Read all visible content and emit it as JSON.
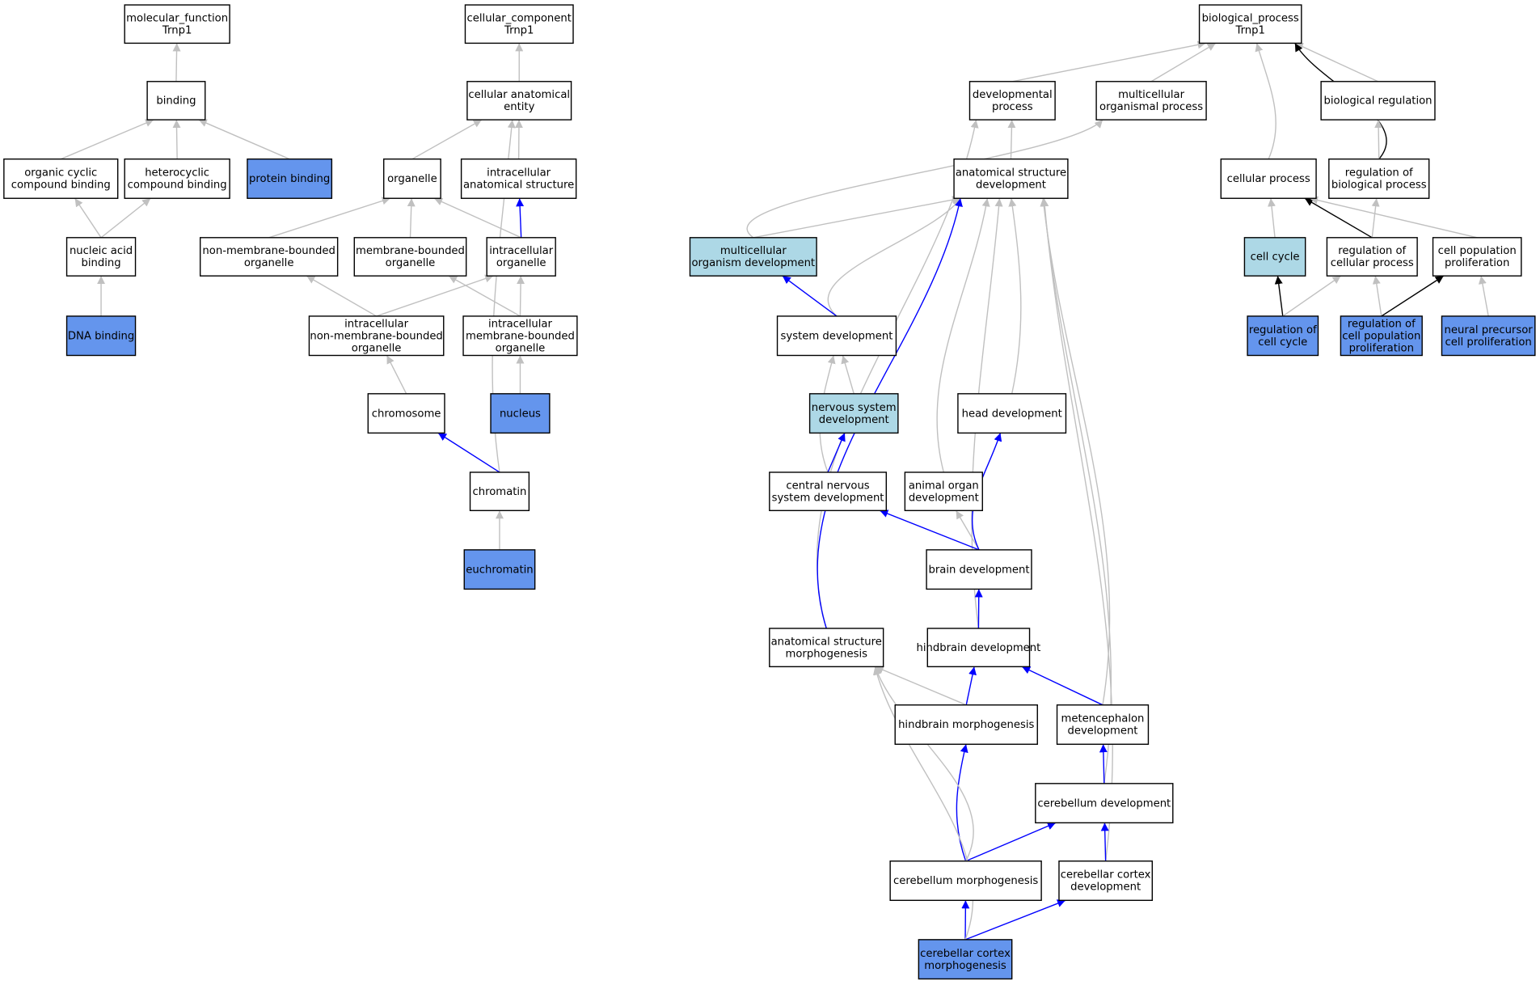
{
  "colors": {
    "edge_gray": "#c0c0c0",
    "edge_blue": "#0000ff",
    "edge_black": "#000000",
    "node_white": "#ffffff",
    "node_lightblue": "#add8e6",
    "node_blue": "#6495ed"
  },
  "nodes": [
    {
      "id": "mf_root",
      "lines": [
        "molecular_function",
        "Trnp1"
      ],
      "fill": "white"
    },
    {
      "id": "binding",
      "lines": [
        "binding"
      ],
      "fill": "white"
    },
    {
      "id": "organic_cyclic",
      "lines": [
        "organic cyclic",
        "compound binding"
      ],
      "fill": "white"
    },
    {
      "id": "heterocyclic",
      "lines": [
        "heterocyclic",
        "compound binding"
      ],
      "fill": "white"
    },
    {
      "id": "protein_binding",
      "lines": [
        "protein binding"
      ],
      "fill": "blue"
    },
    {
      "id": "nucleic_acid",
      "lines": [
        "nucleic acid",
        "binding"
      ],
      "fill": "white"
    },
    {
      "id": "dna_binding",
      "lines": [
        "DNA binding"
      ],
      "fill": "blue"
    },
    {
      "id": "cc_root",
      "lines": [
        "cellular_component",
        "Trnp1"
      ],
      "fill": "white"
    },
    {
      "id": "cae",
      "lines": [
        "cellular anatomical",
        "entity"
      ],
      "fill": "white"
    },
    {
      "id": "organelle",
      "lines": [
        "organelle"
      ],
      "fill": "white"
    },
    {
      "id": "ias",
      "lines": [
        "intracellular",
        "anatomical structure"
      ],
      "fill": "white"
    },
    {
      "id": "nmbo",
      "lines": [
        "non-membrane-bounded",
        "organelle"
      ],
      "fill": "white"
    },
    {
      "id": "mbo",
      "lines": [
        "membrane-bounded",
        "organelle"
      ],
      "fill": "white"
    },
    {
      "id": "io",
      "lines": [
        "intracellular",
        "organelle"
      ],
      "fill": "white"
    },
    {
      "id": "inmbo",
      "lines": [
        "intracellular",
        "non-membrane-bounded",
        "organelle"
      ],
      "fill": "white"
    },
    {
      "id": "imbo",
      "lines": [
        "intracellular",
        "membrane-bounded",
        "organelle"
      ],
      "fill": "white"
    },
    {
      "id": "chromosome",
      "lines": [
        "chromosome"
      ],
      "fill": "white"
    },
    {
      "id": "nucleus",
      "lines": [
        "nucleus"
      ],
      "fill": "blue"
    },
    {
      "id": "chromatin",
      "lines": [
        "chromatin"
      ],
      "fill": "white"
    },
    {
      "id": "euchromatin",
      "lines": [
        "euchromatin"
      ],
      "fill": "blue"
    },
    {
      "id": "bp_root",
      "lines": [
        "biological_process",
        "Trnp1"
      ],
      "fill": "white"
    },
    {
      "id": "dev_process",
      "lines": [
        "developmental",
        "process"
      ],
      "fill": "white"
    },
    {
      "id": "multi_proc",
      "lines": [
        "multicellular",
        "organismal process"
      ],
      "fill": "white"
    },
    {
      "id": "bio_reg",
      "lines": [
        "biological regulation"
      ],
      "fill": "white"
    },
    {
      "id": "asd",
      "lines": [
        "anatomical structure",
        "development"
      ],
      "fill": "white"
    },
    {
      "id": "cell_proc",
      "lines": [
        "cellular process"
      ],
      "fill": "white"
    },
    {
      "id": "reg_bio",
      "lines": [
        "regulation of",
        "biological process"
      ],
      "fill": "white"
    },
    {
      "id": "mod",
      "lines": [
        "multicellular",
        "organism development"
      ],
      "fill": "lightblue"
    },
    {
      "id": "cell_cycle",
      "lines": [
        "cell cycle"
      ],
      "fill": "lightblue"
    },
    {
      "id": "reg_cell",
      "lines": [
        "regulation of",
        "cellular process"
      ],
      "fill": "white"
    },
    {
      "id": "cpp",
      "lines": [
        "cell population",
        "proliferation"
      ],
      "fill": "white"
    },
    {
      "id": "sys_dev",
      "lines": [
        "system development"
      ],
      "fill": "white"
    },
    {
      "id": "reg_cc",
      "lines": [
        "regulation of",
        "cell cycle"
      ],
      "fill": "blue"
    },
    {
      "id": "reg_cpp",
      "lines": [
        "regulation of",
        "cell population",
        "proliferation"
      ],
      "fill": "blue"
    },
    {
      "id": "npcp",
      "lines": [
        "neural precursor",
        "cell proliferation"
      ],
      "fill": "blue"
    },
    {
      "id": "nsd",
      "lines": [
        "nervous system",
        "development"
      ],
      "fill": "lightblue"
    },
    {
      "id": "head_dev",
      "lines": [
        "head development"
      ],
      "fill": "white"
    },
    {
      "id": "cnsd",
      "lines": [
        "central nervous",
        "system development"
      ],
      "fill": "white"
    },
    {
      "id": "aod",
      "lines": [
        "animal organ",
        "development"
      ],
      "fill": "white"
    },
    {
      "id": "brain_dev",
      "lines": [
        "brain development"
      ],
      "fill": "white"
    },
    {
      "id": "asm",
      "lines": [
        "anatomical structure",
        "morphogenesis"
      ],
      "fill": "white"
    },
    {
      "id": "hb_dev",
      "lines": [
        "hindbrain development"
      ],
      "fill": "white"
    },
    {
      "id": "hb_morph",
      "lines": [
        "hindbrain morphogenesis"
      ],
      "fill": "white"
    },
    {
      "id": "metenc",
      "lines": [
        "metencephalon",
        "development"
      ],
      "fill": "white"
    },
    {
      "id": "cb_dev",
      "lines": [
        "cerebellum development"
      ],
      "fill": "white"
    },
    {
      "id": "cb_morph",
      "lines": [
        "cerebellum morphogenesis"
      ],
      "fill": "white"
    },
    {
      "id": "cbc_dev",
      "lines": [
        "cerebellar cortex",
        "development"
      ],
      "fill": "white"
    },
    {
      "id": "cbc_morph",
      "lines": [
        "cerebellar cortex",
        "morphogenesis"
      ],
      "fill": "blue"
    }
  ],
  "edges": [
    {
      "from": "binding",
      "to": "mf_root",
      "color": "gray"
    },
    {
      "from": "organic_cyclic",
      "to": "binding",
      "color": "gray"
    },
    {
      "from": "heterocyclic",
      "to": "binding",
      "color": "gray"
    },
    {
      "from": "protein_binding",
      "to": "binding",
      "color": "gray"
    },
    {
      "from": "nucleic_acid",
      "to": "organic_cyclic",
      "color": "gray"
    },
    {
      "from": "nucleic_acid",
      "to": "heterocyclic",
      "color": "gray"
    },
    {
      "from": "dna_binding",
      "to": "nucleic_acid",
      "color": "gray"
    },
    {
      "from": "cae",
      "to": "cc_root",
      "color": "gray"
    },
    {
      "from": "organelle",
      "to": "cae",
      "color": "gray"
    },
    {
      "from": "ias",
      "to": "cae",
      "color": "gray"
    },
    {
      "from": "chromatin",
      "to": "cae",
      "color": "gray"
    },
    {
      "from": "nmbo",
      "to": "organelle",
      "color": "gray"
    },
    {
      "from": "mbo",
      "to": "organelle",
      "color": "gray"
    },
    {
      "from": "io",
      "to": "organelle",
      "color": "gray"
    },
    {
      "from": "io",
      "to": "ias",
      "color": "blue"
    },
    {
      "from": "inmbo",
      "to": "nmbo",
      "color": "gray"
    },
    {
      "from": "inmbo",
      "to": "io",
      "color": "gray"
    },
    {
      "from": "imbo",
      "to": "mbo",
      "color": "gray"
    },
    {
      "from": "imbo",
      "to": "io",
      "color": "gray"
    },
    {
      "from": "chromosome",
      "to": "inmbo",
      "color": "gray"
    },
    {
      "from": "nucleus",
      "to": "imbo",
      "color": "gray"
    },
    {
      "from": "chromatin",
      "to": "chromosome",
      "color": "blue"
    },
    {
      "from": "euchromatin",
      "to": "chromatin",
      "color": "gray"
    },
    {
      "from": "dev_process",
      "to": "bp_root",
      "color": "gray"
    },
    {
      "from": "multi_proc",
      "to": "bp_root",
      "color": "gray"
    },
    {
      "from": "bio_reg",
      "to": "bp_root",
      "color": "gray"
    },
    {
      "from": "cell_proc",
      "to": "bp_root",
      "color": "gray"
    },
    {
      "from": "reg_bio",
      "to": "bp_root",
      "color": "black"
    },
    {
      "from": "asd",
      "to": "dev_process",
      "color": "gray"
    },
    {
      "from": "mod",
      "to": "multi_proc",
      "color": "gray"
    },
    {
      "from": "asm",
      "to": "dev_process",
      "color": "gray"
    },
    {
      "from": "reg_bio",
      "to": "bio_reg",
      "color": "gray"
    },
    {
      "from": "mod",
      "to": "asd",
      "color": "gray"
    },
    {
      "from": "sys_dev",
      "to": "asd",
      "color": "gray"
    },
    {
      "from": "asm",
      "to": "asd",
      "color": "blue"
    },
    {
      "from": "aod",
      "to": "asd",
      "color": "gray"
    },
    {
      "from": "head_dev",
      "to": "asd",
      "color": "gray"
    },
    {
      "from": "hb_dev",
      "to": "asd",
      "color": "gray"
    },
    {
      "from": "metenc",
      "to": "asd",
      "color": "gray"
    },
    {
      "from": "cb_dev",
      "to": "asd",
      "color": "gray"
    },
    {
      "from": "cbc_dev",
      "to": "asd",
      "color": "gray"
    },
    {
      "from": "cell_cycle",
      "to": "cell_proc",
      "color": "gray"
    },
    {
      "from": "reg_cell",
      "to": "cell_proc",
      "color": "black"
    },
    {
      "from": "cpp",
      "to": "cell_proc",
      "color": "gray"
    },
    {
      "from": "reg_cell",
      "to": "reg_bio",
      "color": "gray"
    },
    {
      "from": "sys_dev",
      "to": "mod",
      "color": "blue"
    },
    {
      "from": "reg_cc",
      "to": "cell_cycle",
      "color": "black"
    },
    {
      "from": "reg_cc",
      "to": "reg_cell",
      "color": "gray"
    },
    {
      "from": "reg_cpp",
      "to": "reg_cell",
      "color": "gray"
    },
    {
      "from": "reg_cpp",
      "to": "cpp",
      "color": "black"
    },
    {
      "from": "npcp",
      "to": "cpp",
      "color": "gray"
    },
    {
      "from": "nsd",
      "to": "sys_dev",
      "color": "gray"
    },
    {
      "from": "cnsd",
      "to": "sys_dev",
      "color": "gray"
    },
    {
      "from": "cnsd",
      "to": "nsd",
      "color": "blue"
    },
    {
      "from": "brain_dev",
      "to": "cnsd",
      "color": "blue"
    },
    {
      "from": "brain_dev",
      "to": "aod",
      "color": "gray"
    },
    {
      "from": "brain_dev",
      "to": "head_dev",
      "color": "blue"
    },
    {
      "from": "hb_dev",
      "to": "brain_dev",
      "color": "blue"
    },
    {
      "from": "hb_morph",
      "to": "hb_dev",
      "color": "blue"
    },
    {
      "from": "hb_morph",
      "to": "asm",
      "color": "gray"
    },
    {
      "from": "metenc",
      "to": "hb_dev",
      "color": "blue"
    },
    {
      "from": "cb_dev",
      "to": "metenc",
      "color": "blue"
    },
    {
      "from": "cb_morph",
      "to": "hb_morph",
      "color": "blue"
    },
    {
      "from": "cb_morph",
      "to": "cb_dev",
      "color": "blue"
    },
    {
      "from": "cb_morph",
      "to": "asm",
      "color": "gray"
    },
    {
      "from": "cbc_dev",
      "to": "cb_dev",
      "color": "blue"
    },
    {
      "from": "cbc_morph",
      "to": "cb_morph",
      "color": "blue"
    },
    {
      "from": "cbc_morph",
      "to": "cbc_dev",
      "color": "blue"
    },
    {
      "from": "cbc_morph",
      "to": "asm",
      "color": "gray"
    }
  ]
}
